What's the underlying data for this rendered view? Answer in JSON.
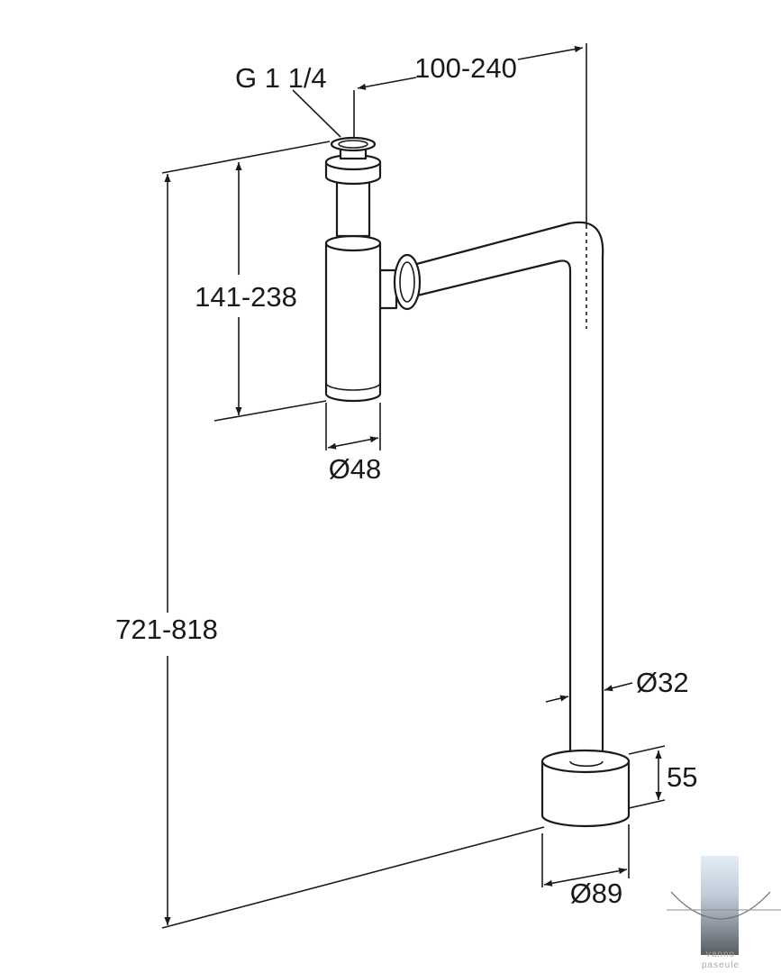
{
  "dimensions": {
    "thread": "G 1 1/4",
    "offset": "100-240",
    "trap_height": "141-238",
    "trap_diameter": "Ø48",
    "total_height": "721-818",
    "pipe_diameter": "Ø32",
    "base_height": "55",
    "base_diameter": "Ø89"
  },
  "watermark": {
    "line1": "vanno",
    "line2": "paseule"
  },
  "colors": {
    "ink": "#1a1a1a",
    "background": "#ffffff"
  }
}
